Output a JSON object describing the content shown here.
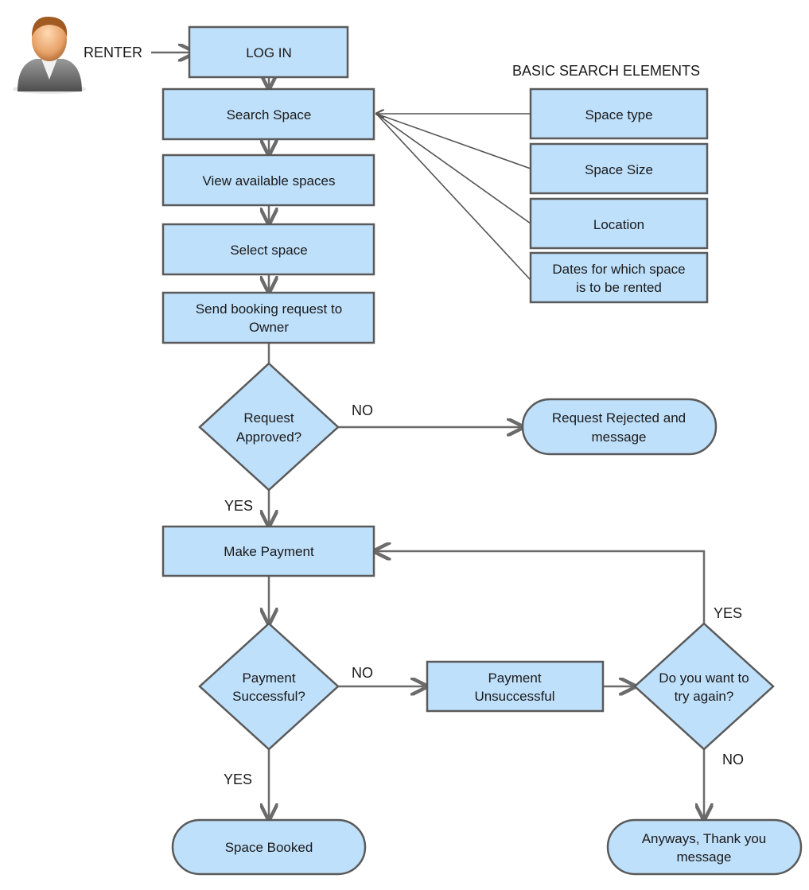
{
  "actor": {
    "label": "RENTER",
    "icon": "user-avatar-icon"
  },
  "side_heading": "BASIC SEARCH ELEMENTS",
  "nodes": {
    "login": "LOG IN",
    "search": "Search Space",
    "view": "View available spaces",
    "select": "Select space",
    "send_line1": "Send booking request to",
    "send_line2": "Owner",
    "approved_line1": "Request",
    "approved_line2": "Approved?",
    "rejected_line1": "Request Rejected and",
    "rejected_line2": "message",
    "payment": "Make Payment",
    "pay_ok_line1": "Payment",
    "pay_ok_line2": "Successful?",
    "pay_fail_line1": "Payment",
    "pay_fail_line2": "Unsuccessful",
    "retry_line1": "Do you want to",
    "retry_line2": "try again?",
    "booked": "Space Booked",
    "thanks_line1": "Anyways, Thank you",
    "thanks_line2": "message"
  },
  "search_elements": {
    "type": "Space type",
    "size": "Space Size",
    "location": "Location",
    "dates_line1": "Dates for which space",
    "dates_line2": "is to be rented"
  },
  "edge_labels": {
    "approved_no": "NO",
    "approved_yes": "YES",
    "payment_no": "NO",
    "payment_yes": "YES",
    "retry_yes": "YES",
    "retry_no": "NO"
  },
  "colors": {
    "fill": "#bfe0fb",
    "stroke": "#5a5a5a",
    "line": "#6b6b6b"
  }
}
